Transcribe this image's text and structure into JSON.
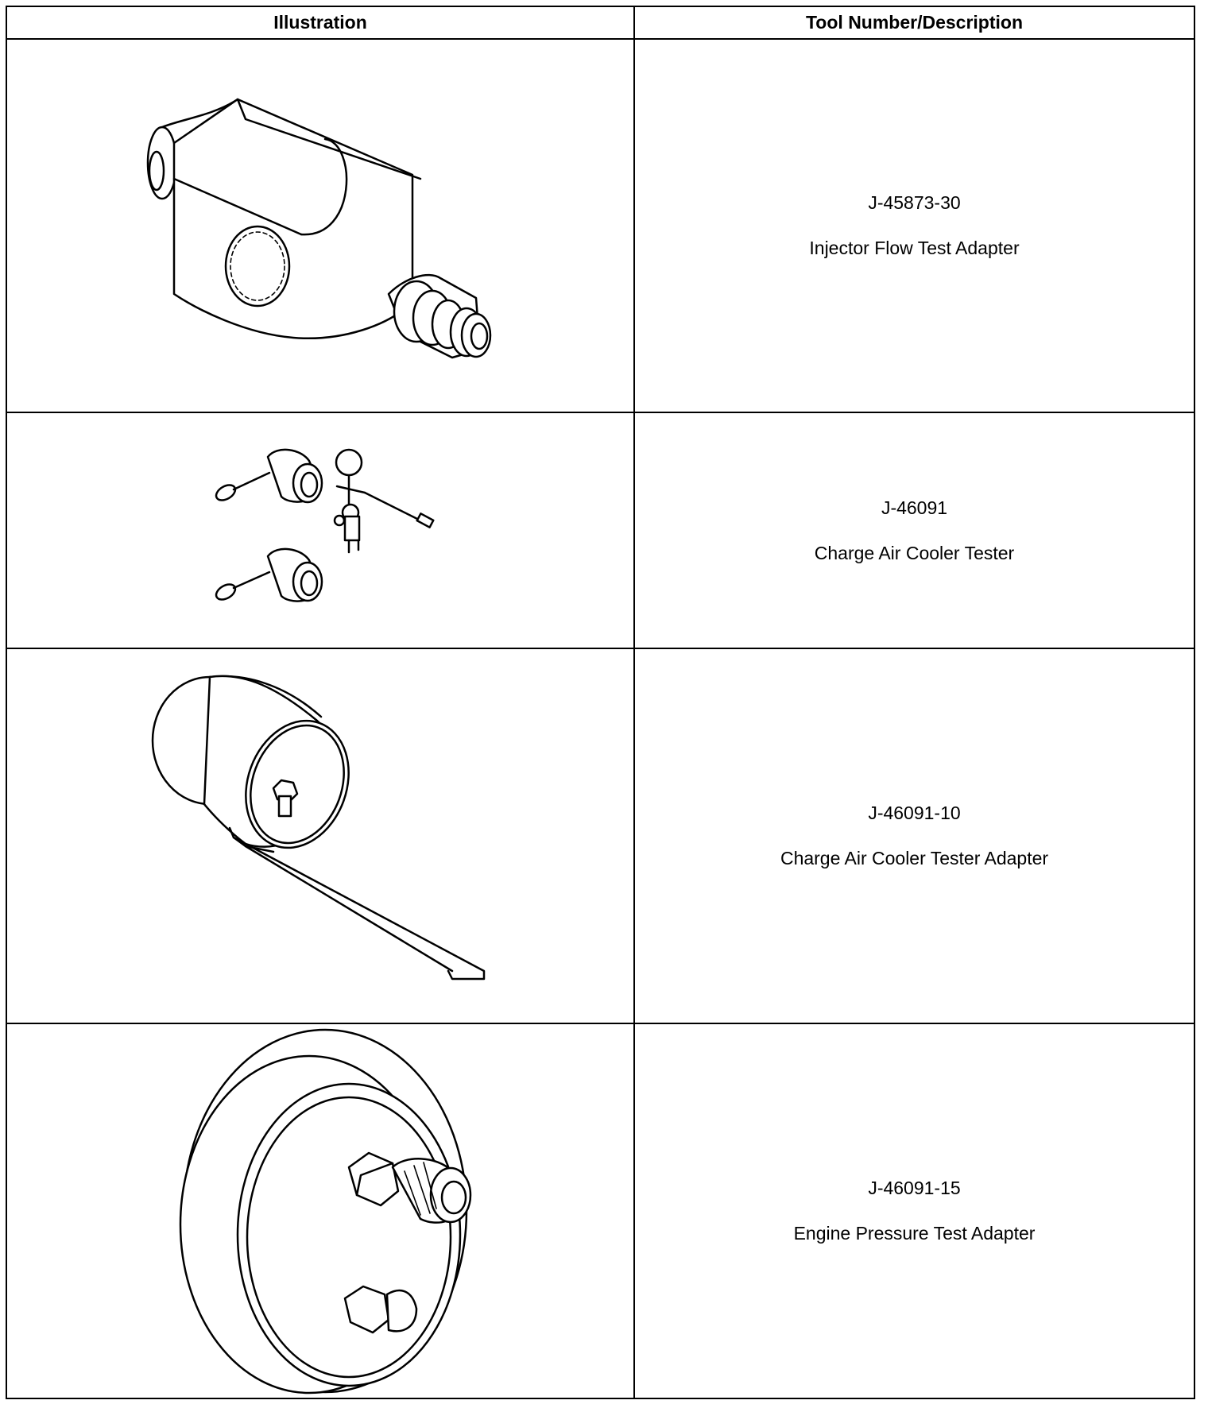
{
  "table": {
    "headers": [
      "Illustration",
      "Tool Number/Description"
    ],
    "rows": [
      {
        "tool_number": "J-45873-30",
        "description": "Injector Flow Test Adapter",
        "icon": "injector-flow-adapter-drawing"
      },
      {
        "tool_number": "J-46091",
        "description": "Charge Air Cooler Tester",
        "icon": "charge-air-cooler-tester-drawing"
      },
      {
        "tool_number": "J-46091-10",
        "description": "Charge Air Cooler Tester Adapter",
        "icon": "cooler-tester-adapter-drawing"
      },
      {
        "tool_number": "J-46091-15",
        "description": "Engine Pressure Test Adapter",
        "icon": "pressure-test-adapter-drawing"
      }
    ]
  }
}
